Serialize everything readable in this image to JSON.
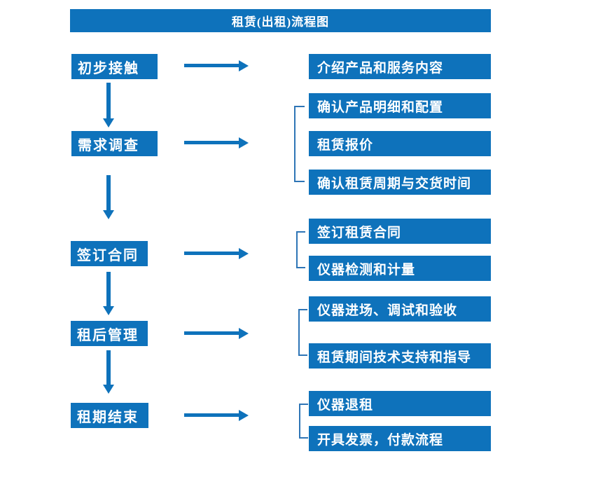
{
  "title": "租赁(出租)流程图",
  "colors": {
    "primary": "#0E72BB",
    "bracket": "#2E75B6",
    "box_text": "#FFFFFF",
    "background": "#FFFFFF"
  },
  "steps": [
    {
      "label": "初步接触",
      "details": [
        "介绍产品和服务内容"
      ]
    },
    {
      "label": "需求调查",
      "details": [
        "确认产品明细和配置",
        "租赁报价",
        "确认租赁周期与交货时间"
      ]
    },
    {
      "label": "签订合同",
      "details": [
        "签订租赁合同",
        "仪器检测和计量"
      ]
    },
    {
      "label": "租后管理",
      "details": [
        "仪器进场、调试和验收",
        "租赁期间技术支持和指导"
      ]
    },
    {
      "label": "租期结束",
      "details": [
        "仪器退租",
        "开具发票，付款流程"
      ]
    }
  ]
}
